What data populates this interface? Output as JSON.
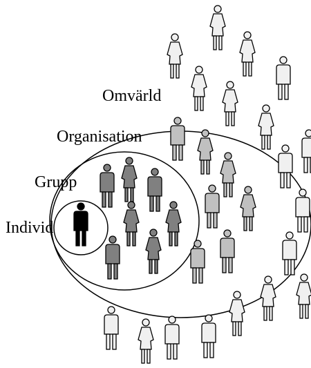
{
  "labels": {
    "world": "Omvärld",
    "organisation": "Organisation",
    "group": "Grupp",
    "individual": "Individ"
  },
  "colors": {
    "individual": "#000000",
    "group": "#808080",
    "organisation": "#c0c0c0",
    "world": "#f0f0f0",
    "outline": "#000000"
  },
  "figure_kinds": [
    "man",
    "woman"
  ]
}
